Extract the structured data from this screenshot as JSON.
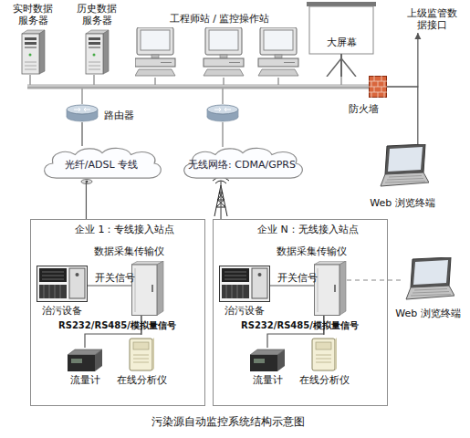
{
  "diagram": {
    "caption": "污染源自动监控系统结构示意图",
    "nodes": [
      {
        "text": [
          "实时数据服务器"
        ]
      },
      {
        "text": [
          "历史数据服务器"
        ]
      },
      {
        "text": [
          "工程师站 / 监控操作站"
        ]
      },
      {
        "text": [
          "大屏幕"
        ]
      },
      {
        "text": [
          "上级监管数据接口"
        ]
      },
      {
        "text": [
          "防火墙"
        ]
      },
      {
        "text": [
          "路由器"
        ]
      },
      {
        "text": [
          "光纤/ADSL 专线"
        ]
      },
      {
        "text": [
          "无线网络: CDMA/GPRS"
        ]
      },
      {
        "text": [
          "Web 浏览终端"
        ]
      },
      {
        "text": [
          "企业 1：专线接入站点"
        ]
      },
      {
        "text": [
          "数据采集传输仪"
        ],
        "in": 10
      },
      {
        "text": [
          "治污设备"
        ],
        "in": 10
      },
      {
        "text": [
          "流量计"
        ],
        "in": 10
      },
      {
        "text": [
          "在线分析仪"
        ],
        "in": 10
      },
      {
        "text": [
          "企业 N：无线接入站点"
        ]
      },
      {
        "text": [
          "数据采集传输仪"
        ],
        "in": 15
      },
      {
        "text": [
          "治污设备"
        ],
        "in": 15
      },
      {
        "text": [
          "流量计"
        ],
        "in": 15
      },
      {
        "text": [
          "在线分析仪"
        ],
        "in": 15
      },
      {
        "text": [
          "Web 浏览终端"
        ]
      }
    ],
    "edges": [
      {
        "from": 5,
        "to": 4,
        "arrow": "to"
      },
      {
        "from": 5,
        "to": 9,
        "arrow": "none"
      },
      {
        "from": 6,
        "to": 7,
        "arrow": "none"
      },
      {
        "from": 7,
        "to": 10,
        "arrow": "none"
      },
      {
        "from": 8,
        "to": 15,
        "arrow": "none"
      },
      {
        "from": 11,
        "to": 12,
        "label": "开关信号",
        "arrow": "none"
      },
      {
        "from": 11,
        "to": 13,
        "label": "RS232/RS485/模拟量信号",
        "arrow": "none"
      },
      {
        "from": 11,
        "to": 14,
        "arrow": "none"
      },
      {
        "from": 16,
        "to": 17,
        "label": "开关信号",
        "arrow": "none"
      },
      {
        "from": 16,
        "to": 18,
        "label": "RS232/RS485/模拟量信号",
        "arrow": "none"
      },
      {
        "from": 16,
        "to": 19,
        "arrow": "none"
      },
      {
        "from": 16,
        "to": 20,
        "arrow": "none"
      }
    ]
  }
}
